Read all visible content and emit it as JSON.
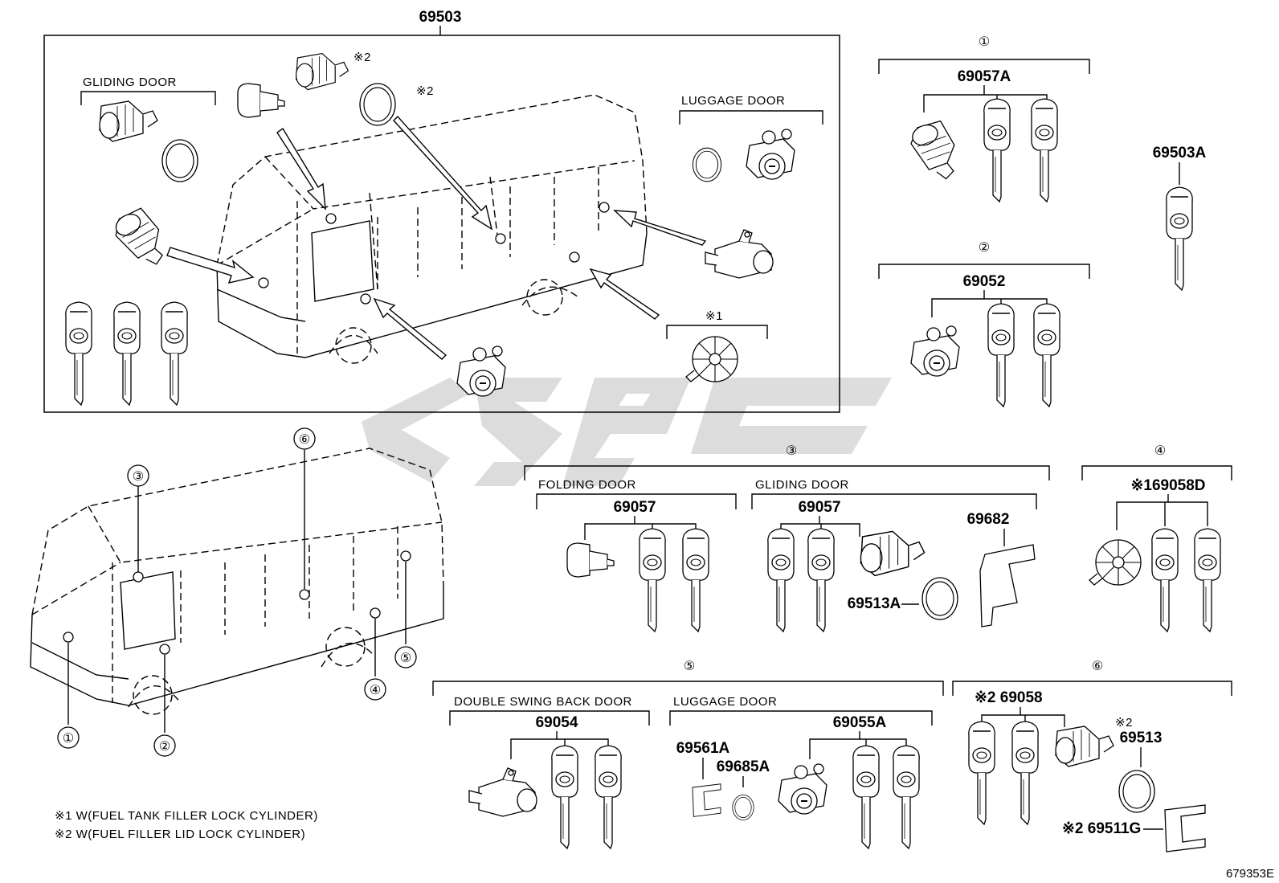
{
  "assembly": {
    "part_no": "69503",
    "gliding_door_label": "GLIDING DOOR",
    "luggage_door_label": "LUGGAGE DOOR",
    "note_mark_1": "※1",
    "note_mark_2a": "※2",
    "note_mark_2b": "※2"
  },
  "groups": {
    "g1": {
      "circle": "①",
      "part_no": "69057A"
    },
    "spare_key": {
      "part_no": "69503A"
    },
    "g2": {
      "circle": "②",
      "part_no": "69052"
    },
    "g3": {
      "circle": "③",
      "folding_label": "FOLDING DOOR",
      "folding_part": "69057",
      "gliding_label": "GLIDING DOOR",
      "gliding_part": "69057",
      "part_69682": "69682",
      "part_69513a": "69513A"
    },
    "g4": {
      "circle": "④",
      "part_no": "※169058D"
    },
    "g5": {
      "circle": "⑤",
      "double_label": "DOUBLE SWING BACK DOOR",
      "double_part": "69054",
      "luggage_label": "LUGGAGE DOOR",
      "luggage_part": "69055A",
      "part_69561a": "69561A",
      "part_69685a": "69685A"
    },
    "g6": {
      "circle": "⑥",
      "part_69058": "※2 69058",
      "mark_69513": "※2",
      "part_69513": "69513",
      "part_69511g": "※2 69511G"
    }
  },
  "vehicle_callouts": [
    "①",
    "②",
    "③",
    "④",
    "⑤",
    "⑥"
  ],
  "notes": {
    "n1": "※1 W(FUEL TANK FILLER LOCK CYLINDER)",
    "n2": "※2 W(FUEL FILLER LID LOCK CYLINDER)"
  },
  "illustration_id": "679353E",
  "watermark_colour": "#d9d9d9"
}
